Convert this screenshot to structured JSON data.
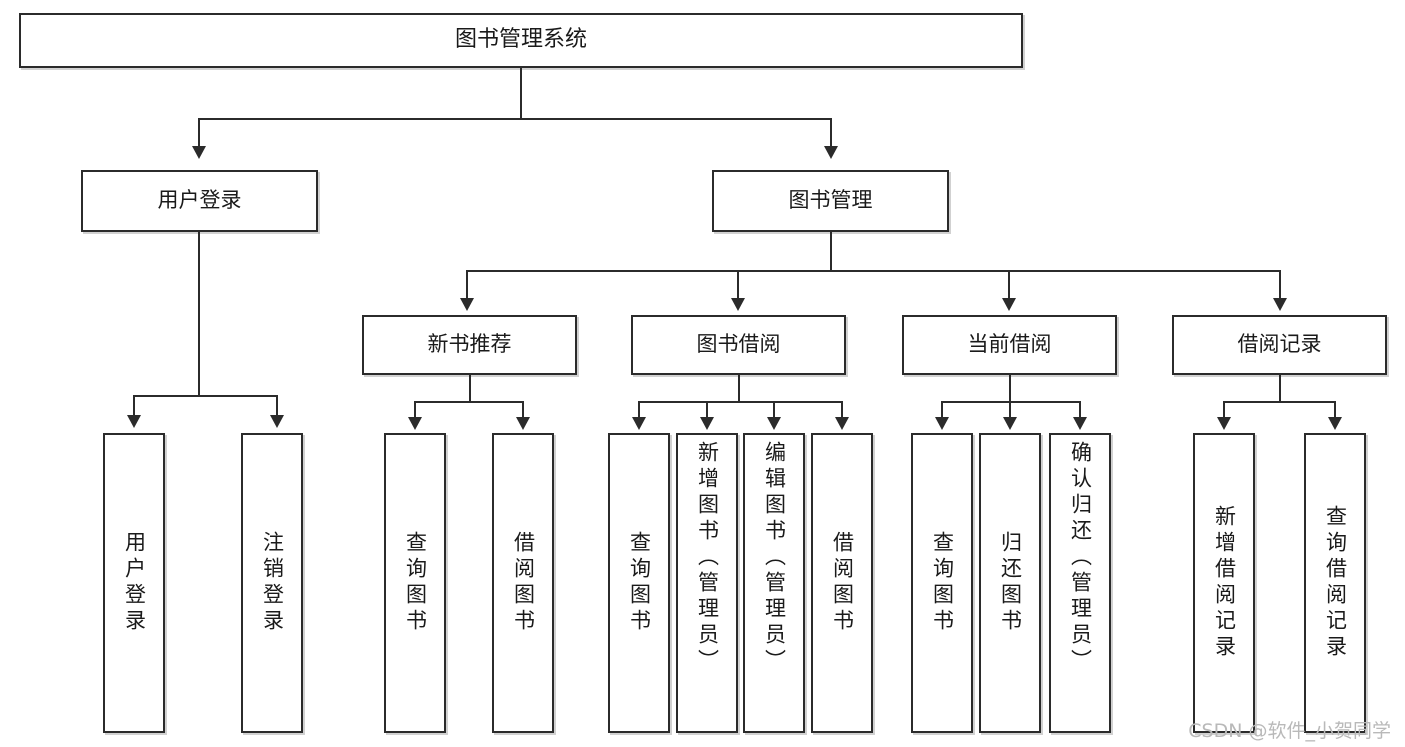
{
  "diagram": {
    "title": "图书管理系统",
    "type": "hierarchy-tree",
    "root": {
      "label": "图书管理系统"
    },
    "level1": [
      {
        "label": "用户登录"
      },
      {
        "label": "图书管理"
      }
    ],
    "level2": [
      {
        "label": "新书推荐"
      },
      {
        "label": "图书借阅"
      },
      {
        "label": "当前借阅"
      },
      {
        "label": "借阅记录"
      }
    ],
    "leaves": {
      "user_login": [
        {
          "label": "用户登录"
        },
        {
          "label": "注销登录"
        }
      ],
      "new_book_recommend": [
        {
          "label": "查询图书"
        },
        {
          "label": "借阅图书"
        }
      ],
      "book_borrow": [
        {
          "label": "查询图书"
        },
        {
          "label": "新增图书（管理员）"
        },
        {
          "label": "编辑图书（管理员）"
        },
        {
          "label": "借阅图书"
        }
      ],
      "current_borrow": [
        {
          "label": "查询图书"
        },
        {
          "label": "归还图书"
        },
        {
          "label": "确认归还（管理员）"
        }
      ],
      "borrow_record": [
        {
          "label": "新增借阅记录"
        },
        {
          "label": "查询借阅记录"
        }
      ]
    }
  },
  "watermark": {
    "text": "CSDN @软件_小贺同学"
  },
  "colors": {
    "stroke": "#2b2b2b",
    "background": "#ffffff",
    "text": "#1a1a1a",
    "watermark": "#b9b9b9"
  }
}
